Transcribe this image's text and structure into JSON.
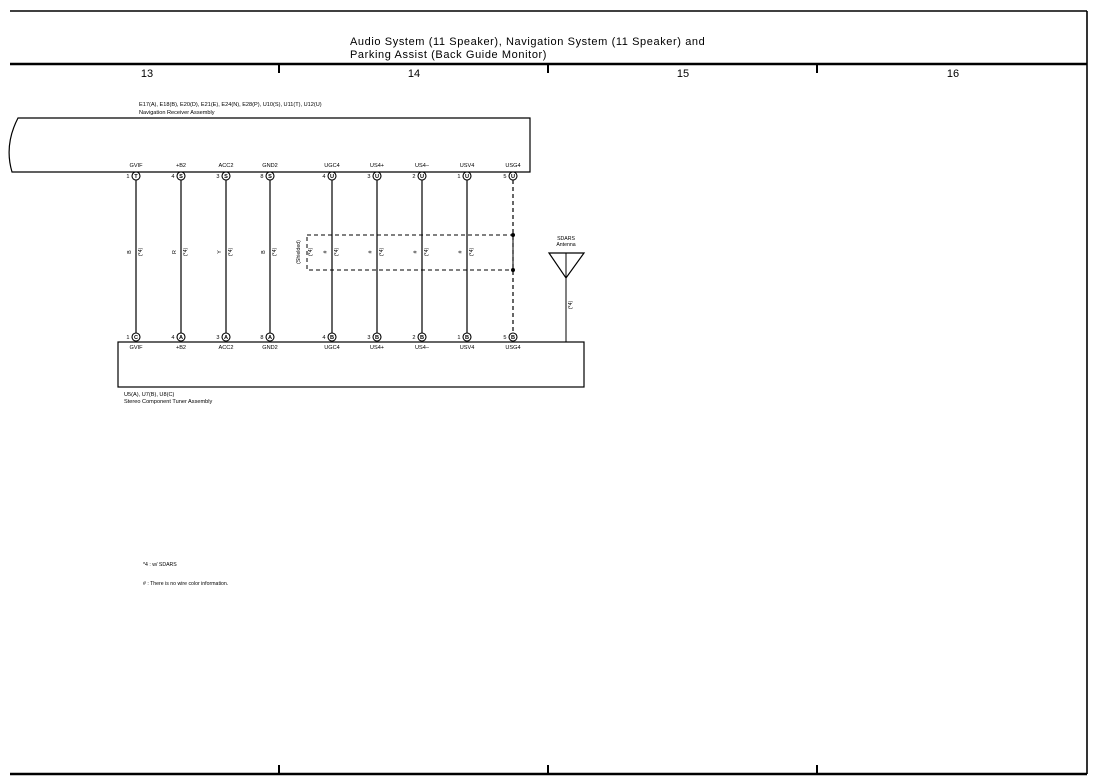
{
  "page": {
    "title_line1": "Audio System (11 Speaker),  Navigation System (11 Speaker) and",
    "title_line2": "Parking Assist (Back Guide Monitor)",
    "columns": [
      "13",
      "14",
      "15",
      "16"
    ]
  },
  "upper_component": {
    "connectors": "E17(A), E18(B), E20(D), E21(E), E24(N), E28(P), U10(S), U11(T), U12(U)",
    "name": "Navigation Receiver Assembly"
  },
  "lower_component": {
    "connectors": "U5(A), U7(B), U8(C)",
    "name": "Stereo Component Tuner Assembly"
  },
  "wires": [
    {
      "signal": "GVIF",
      "top_pin": "1",
      "top_conn": "T",
      "bottom_pin": "1",
      "bottom_conn": "C",
      "color": "B",
      "note": "(*4)"
    },
    {
      "signal": "+B2",
      "top_pin": "4",
      "top_conn": "S",
      "bottom_pin": "4",
      "bottom_conn": "A",
      "color": "R",
      "note": "(*4)"
    },
    {
      "signal": "ACC2",
      "top_pin": "3",
      "top_conn": "S",
      "bottom_pin": "3",
      "bottom_conn": "A",
      "color": "Y",
      "note": "(*4)"
    },
    {
      "signal": "GND2",
      "top_pin": "8",
      "top_conn": "S",
      "bottom_pin": "8",
      "bottom_conn": "A",
      "color": "B",
      "note": "(*4)"
    },
    {
      "signal": "UGC4",
      "top_pin": "4",
      "top_conn": "U",
      "bottom_pin": "4",
      "bottom_conn": "B",
      "color": "#",
      "note": "(*4)"
    },
    {
      "signal": "US4+",
      "top_pin": "3",
      "top_conn": "U",
      "bottom_pin": "3",
      "bottom_conn": "B",
      "color": "#",
      "note": "(*4)"
    },
    {
      "signal": "US4–",
      "top_pin": "2",
      "top_conn": "U",
      "bottom_pin": "2",
      "bottom_conn": "B",
      "color": "#",
      "note": "(*4)"
    },
    {
      "signal": "USV4",
      "top_pin": "1",
      "top_conn": "U",
      "bottom_pin": "1",
      "bottom_conn": "B",
      "color": "#",
      "note": "(*4)"
    },
    {
      "signal": "USG4",
      "top_pin": "5",
      "top_conn": "U",
      "bottom_pin": "5",
      "bottom_conn": "B",
      "color": "",
      "note": ""
    }
  ],
  "shield": {
    "label": "(Shielded)",
    "note": "(*4)"
  },
  "antenna": {
    "line1": "SDARS",
    "line2": "Antenna",
    "note": "(*4)"
  },
  "legend": {
    "line1": "*4 : w/ SDARS",
    "line2": "# : There is no wire color information."
  }
}
